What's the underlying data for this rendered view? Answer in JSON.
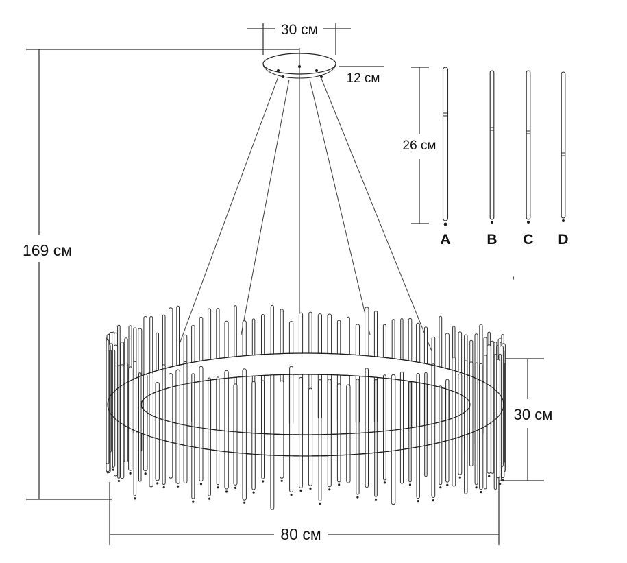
{
  "diagram": {
    "dims": {
      "canopy_width": "30 см",
      "canopy_height": "12 см",
      "total_height": "169 см",
      "fixture_width": "80 см",
      "ring_height": "30 см",
      "tube_length": "26 см"
    },
    "variants": [
      {
        "label": "A"
      },
      {
        "label": "B"
      },
      {
        "label": "C"
      },
      {
        "label": "D"
      }
    ],
    "stray_mark": "'"
  }
}
